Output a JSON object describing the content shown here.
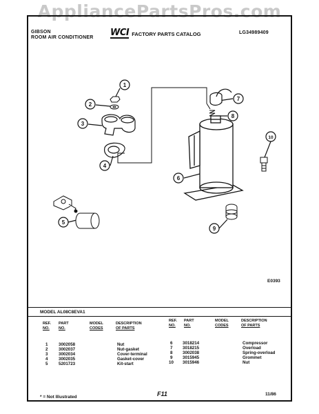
{
  "watermark": "AppliancePartsPros.com",
  "header": {
    "brand": "GIBSON",
    "product": "ROOM AIR CONDITIONER",
    "logo": "WCI",
    "catalog_title": "FACTORY PARTS CATALOG",
    "doc_number": "LG34989409"
  },
  "diagram": {
    "callouts": [
      "1",
      "2",
      "3",
      "4",
      "5",
      "6",
      "7",
      "8",
      "9",
      "10"
    ],
    "figure_code": "E0393"
  },
  "parts_table": {
    "model_line": "MODEL AL08C8EVA1",
    "columns": {
      "ref_no": [
        "REF.",
        "NO."
      ],
      "part_no": [
        "PART",
        "NO."
      ],
      "model_codes": [
        "MODEL",
        "CODES"
      ],
      "description": [
        "DESCRIPTION",
        "OF PARTS"
      ]
    },
    "left_rows": [
      {
        "ref": "1",
        "part": "3002058",
        "desc": "Nut"
      },
      {
        "ref": "2",
        "part": "3002037",
        "desc": "Nut-gasket"
      },
      {
        "ref": "3",
        "part": "3002034",
        "desc": "Cover-terminal"
      },
      {
        "ref": "4",
        "part": "3002035",
        "desc": "Gasket-cover"
      },
      {
        "ref": "5",
        "part": "5201723",
        "desc": "Kit-start"
      }
    ],
    "right_rows": [
      {
        "ref": "6",
        "part": "3018214",
        "desc": "Compressor"
      },
      {
        "ref": "7",
        "part": "3018215",
        "desc": "Overload"
      },
      {
        "ref": "8",
        "part": "3002038",
        "desc": "Spring-overload"
      },
      {
        "ref": "9",
        "part": "3015945",
        "desc": "Grommet"
      },
      {
        "ref": "10",
        "part": "3015946",
        "desc": "Nut"
      }
    ]
  },
  "footer": {
    "note": "* = Not Illustrated",
    "page": "F11",
    "date": "11/86"
  }
}
